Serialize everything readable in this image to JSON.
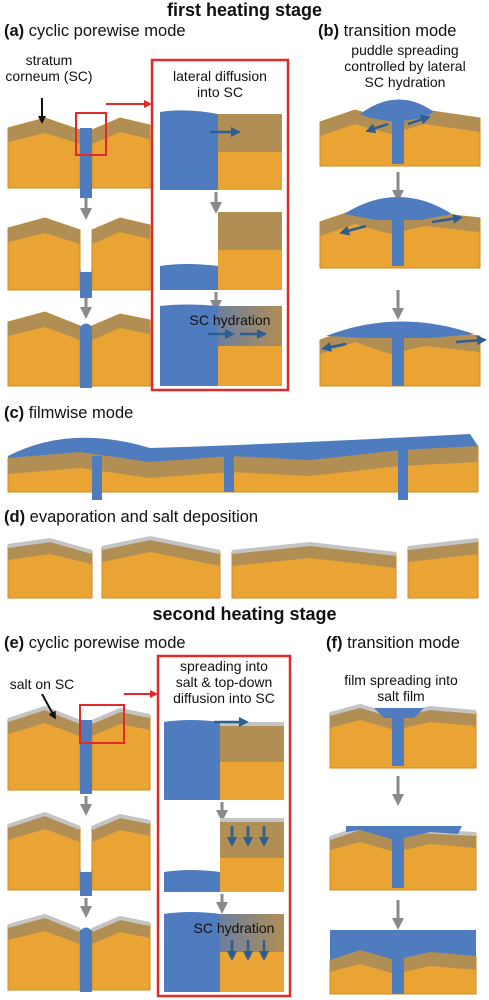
{
  "stage1": {
    "title": "first heating stage"
  },
  "stage2": {
    "title": "second heating stage"
  },
  "panels": {
    "a": {
      "letter": "(a)",
      "title": "cyclic porewise mode"
    },
    "b": {
      "letter": "(b)",
      "title": "transition mode"
    },
    "c": {
      "letter": "(c)",
      "title": "filmwise mode"
    },
    "d": {
      "letter": "(d)",
      "title": "evaporation and salt deposition"
    },
    "e": {
      "letter": "(e)",
      "title": "cyclic porewise mode"
    },
    "f": {
      "letter": "(f)",
      "title": "transition mode"
    }
  },
  "labels": {
    "stratum_corneum": [
      "stratum",
      "corneum (SC)"
    ],
    "lateral_diffusion": [
      "lateral diffusion",
      "into SC"
    ],
    "sc_hydration": "SC hydration",
    "puddle_spreading": [
      "puddle spreading",
      "controlled by lateral",
      "SC hydration"
    ],
    "salt_on_sc": "salt on SC",
    "spreading_into_salt": [
      "spreading into",
      "salt & top-down",
      "diffusion into SC"
    ],
    "film_spreading": [
      "film spreading into",
      "salt film"
    ]
  },
  "colors": {
    "skin": "#e9a434",
    "skin_edge": "#cf8a1e",
    "sc_layer": "#b08e54",
    "water": "#4f7bbf",
    "salt": "#c4c4c4",
    "frame": "#e12a2a",
    "arrow_gray": "#8a8a8a",
    "arrow_blue": "#2c5e94"
  }
}
